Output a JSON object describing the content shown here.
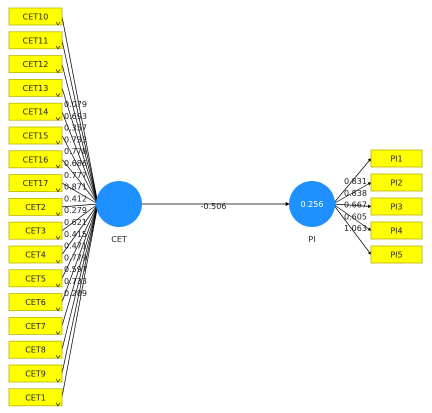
{
  "colors": {
    "indicator_fill": "#ffff00",
    "indicator_stroke": "#b8b800",
    "latent_fill": "#1e90ff",
    "edge": "#000000",
    "text": "#222222"
  },
  "latent_variables": {
    "cet": {
      "label": "CET",
      "r2": ""
    },
    "pi": {
      "label": "PI",
      "r2": "0.256"
    }
  },
  "path": {
    "from": "CET",
    "to": "PI",
    "coefficient": "-0.506"
  },
  "cet_indicators": [
    {
      "label": "CET10",
      "loading": ""
    },
    {
      "label": "CET11",
      "loading": ""
    },
    {
      "label": "CET12",
      "loading": "0.079"
    },
    {
      "label": "CET13",
      "loading": "0.693"
    },
    {
      "label": "CET14",
      "loading": "0.357"
    },
    {
      "label": "CET15",
      "loading": "0.733"
    },
    {
      "label": "CET16",
      "loading": "0.778"
    },
    {
      "label": "CET17",
      "loading": "0.686"
    },
    {
      "label": "CET2",
      "loading": "0.777"
    },
    {
      "label": "CET3",
      "loading": "0.871"
    },
    {
      "label": "CET4",
      "loading": "0.412"
    },
    {
      "label": "CET5",
      "loading": "0.279"
    },
    {
      "label": "CET6",
      "loading": "0.621"
    },
    {
      "label": "CET7",
      "loading": "0.415"
    },
    {
      "label": "CET8",
      "loading": "0.471"
    },
    {
      "label": "CET9",
      "loading": "0.779"
    },
    {
      "label": "CET1",
      "loading": "0.597"
    }
  ],
  "cet_extra_loadings": [
    "0.733",
    "0.289"
  ],
  "pi_indicators": [
    {
      "label": "PI1",
      "loading": "0.831"
    },
    {
      "label": "PI2",
      "loading": "0.838"
    },
    {
      "label": "PI3",
      "loading": "0.667"
    },
    {
      "label": "PI4",
      "loading": "0.605"
    },
    {
      "label": "PI5",
      "loading": "1.063"
    }
  ]
}
